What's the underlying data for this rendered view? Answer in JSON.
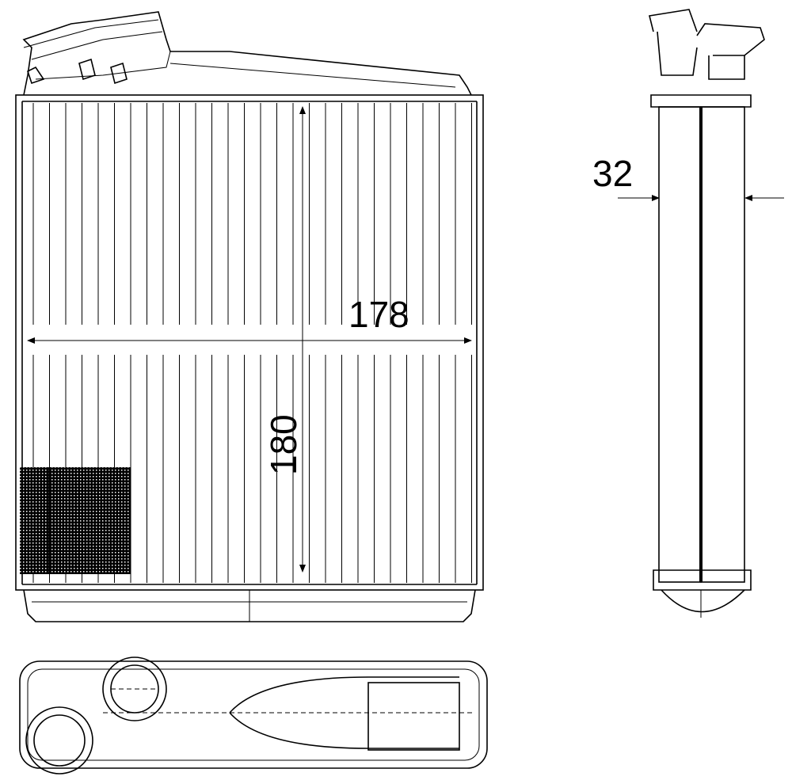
{
  "dimensions": {
    "width_label": "178",
    "height_label": "180",
    "depth_label": "32"
  },
  "colors": {
    "line": "#000000",
    "background": "#ffffff"
  }
}
